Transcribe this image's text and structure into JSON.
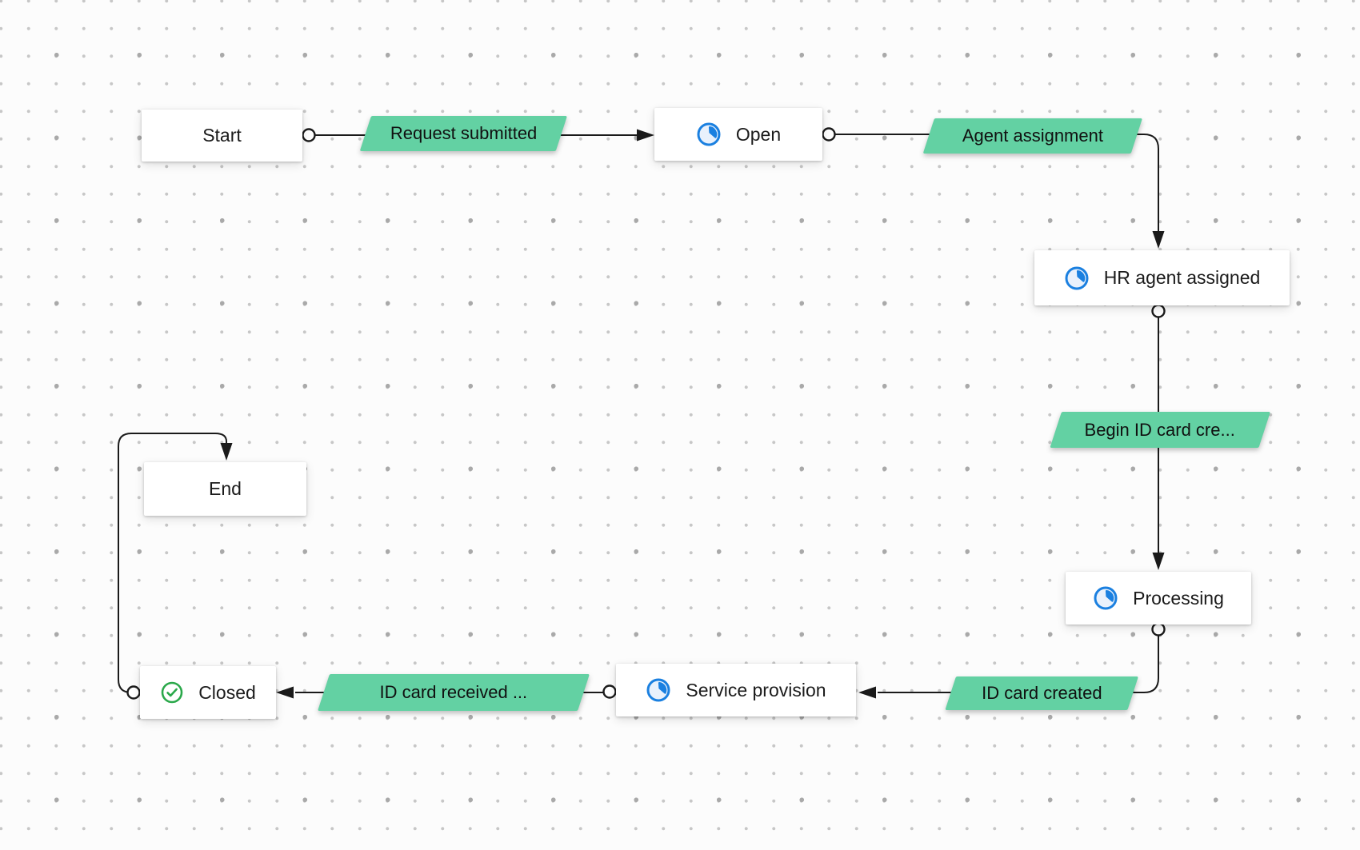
{
  "diagram": {
    "colors": {
      "background": "#fcfcfc",
      "grid_dot_small": "#c7c7c7",
      "grid_dot_large": "#a9a9a9",
      "connector": "#1a1a1a",
      "transition_fill": "#63d1a3",
      "state_icon_blue": "#1b80e0",
      "closed_icon_green": "#2aa84a",
      "node_fill": "#ffffff"
    },
    "nodes": {
      "start": {
        "label": "Start"
      },
      "open": {
        "label": "Open"
      },
      "hr_agent_assigned": {
        "label": "HR agent assigned"
      },
      "processing": {
        "label": "Processing"
      },
      "service_provision": {
        "label": "Service provision"
      },
      "closed": {
        "label": "Closed"
      },
      "end": {
        "label": "End"
      }
    },
    "transitions": {
      "request_submitted": {
        "label": "Request submitted"
      },
      "agent_assignment": {
        "label": "Agent assignment"
      },
      "begin_id_card_creation": {
        "label": "Begin ID card cre..."
      },
      "id_card_created": {
        "label": "ID card created"
      },
      "id_card_received": {
        "label": "ID card received ..."
      }
    }
  }
}
